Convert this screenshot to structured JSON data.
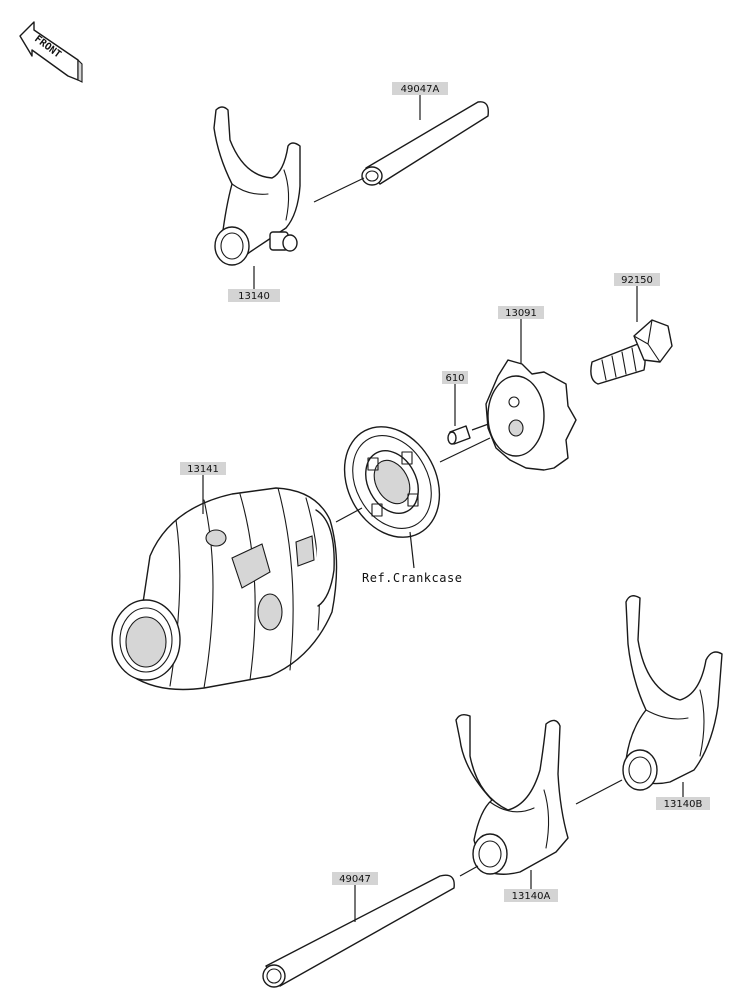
{
  "diagram": {
    "front_label": "FRONT",
    "reference_note": "Ref.Crankcase",
    "parts": [
      {
        "id": "shaft_a",
        "number": "49047A"
      },
      {
        "id": "fork_top",
        "number": "13140"
      },
      {
        "id": "bolt",
        "number": "92150"
      },
      {
        "id": "cam_plate",
        "number": "13091"
      },
      {
        "id": "pin",
        "number": "610"
      },
      {
        "id": "drum",
        "number": "13141"
      },
      {
        "id": "fork_b",
        "number": "13140B"
      },
      {
        "id": "shaft",
        "number": "49047"
      },
      {
        "id": "fork_a",
        "number": "13140A"
      }
    ]
  }
}
